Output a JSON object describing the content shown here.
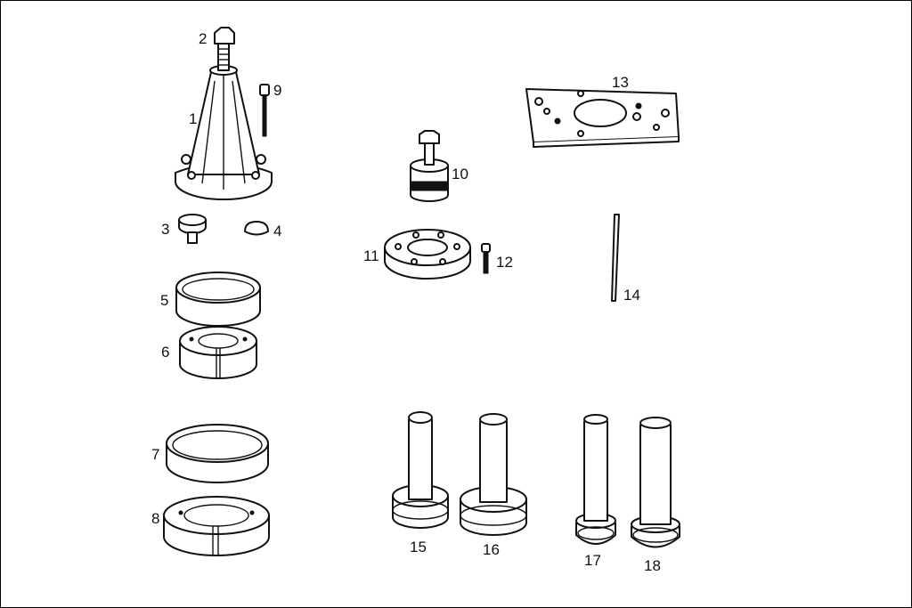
{
  "parts": [
    {
      "id": "part-1",
      "label": "1"
    },
    {
      "id": "part-2",
      "label": "2"
    },
    {
      "id": "part-3",
      "label": "3"
    },
    {
      "id": "part-4",
      "label": "4"
    },
    {
      "id": "part-5",
      "label": "5"
    },
    {
      "id": "part-6",
      "label": "6"
    },
    {
      "id": "part-7",
      "label": "7"
    },
    {
      "id": "part-8",
      "label": "8"
    },
    {
      "id": "part-9",
      "label": "9"
    },
    {
      "id": "part-10",
      "label": "10"
    },
    {
      "id": "part-11",
      "label": "11"
    },
    {
      "id": "part-12",
      "label": "12"
    },
    {
      "id": "part-13",
      "label": "13"
    },
    {
      "id": "part-14",
      "label": "14"
    },
    {
      "id": "part-15",
      "label": "15"
    },
    {
      "id": "part-16",
      "label": "16"
    },
    {
      "id": "part-17",
      "label": "17"
    },
    {
      "id": "part-18",
      "label": "18"
    }
  ]
}
